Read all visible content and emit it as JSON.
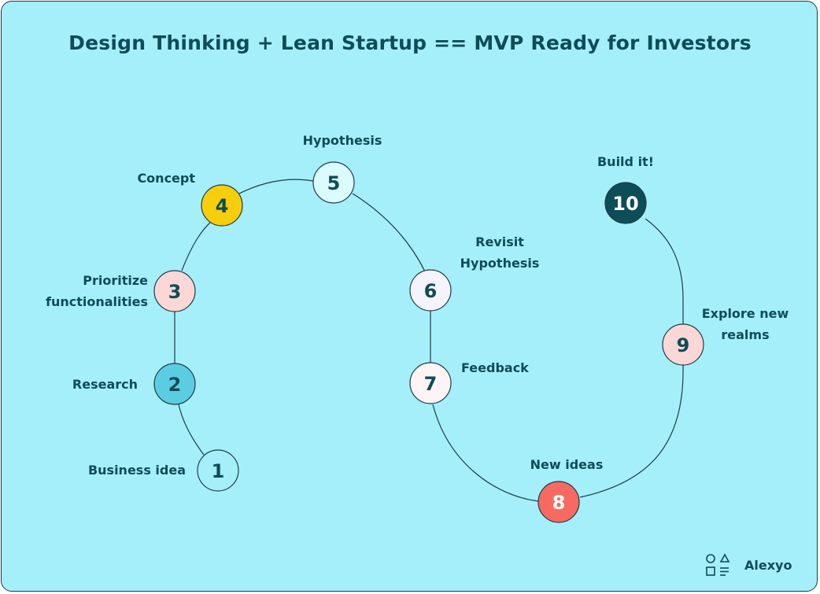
{
  "title": "Design Thinking + Lean Startup == MVP Ready for Investors",
  "brand": {
    "name": "Alexyo",
    "icon": "shapes-logo-icon"
  },
  "colors": {
    "background": "#a5effb",
    "ink": "#0f4c57",
    "line": "#1f3b45"
  },
  "steps": [
    {
      "num": "1",
      "label": "Business idea",
      "fill": "#a5effb",
      "text": "#0f4c57"
    },
    {
      "num": "2",
      "label": "Research",
      "fill": "#5bcde3",
      "text": "#0f4c57"
    },
    {
      "num": "3",
      "label": "Prioritize\nfunctionalities",
      "fill": "#fbd7d6",
      "text": "#0f4c57"
    },
    {
      "num": "4",
      "label": "Concept",
      "fill": "#f7ce0c",
      "text": "#0f4c57"
    },
    {
      "num": "5",
      "label": "Hypothesis",
      "fill": "#dcfbfd",
      "text": "#0f4c57"
    },
    {
      "num": "6",
      "label": "Revisit\nHypothesis",
      "fill": "#f5f3fd",
      "text": "#0f4c57"
    },
    {
      "num": "7",
      "label": "Feedback",
      "fill": "#fdf4f6",
      "text": "#0f4c57"
    },
    {
      "num": "8",
      "label": "New ideas",
      "fill": "#f66a61",
      "text": "#ffffff"
    },
    {
      "num": "9",
      "label": "Explore new\nrealms",
      "fill": "#fbd7d6",
      "text": "#0f4c57"
    },
    {
      "num": "10",
      "label": "Build it!",
      "fill": "#0d4d57",
      "text": "#ffffff"
    }
  ]
}
